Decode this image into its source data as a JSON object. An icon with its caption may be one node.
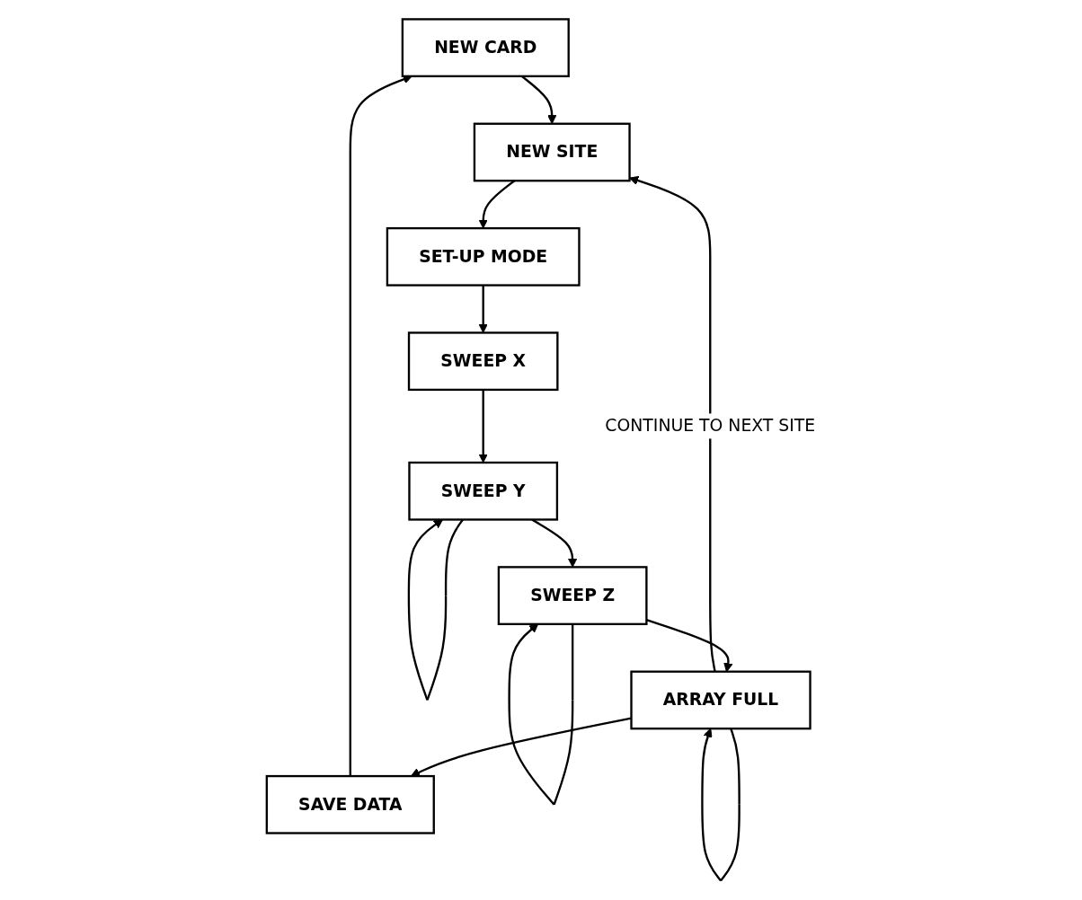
{
  "diagram": {
    "nodes": [
      {
        "text": [
          "NEW CARD"
        ]
      },
      {
        "text": [
          "NEW SITE"
        ]
      },
      {
        "text": [
          "SET-UP MODE"
        ]
      },
      {
        "text": [
          "SWEEP X"
        ]
      },
      {
        "text": [
          "SWEEP Y"
        ]
      },
      {
        "text": [
          "SWEEP Z"
        ]
      },
      {
        "text": [
          "ARRAY FULL"
        ]
      },
      {
        "text": [
          "SAVE DATA"
        ]
      }
    ],
    "edges": [
      {
        "from": 0,
        "to": 1,
        "arrow": "to"
      },
      {
        "from": 1,
        "to": 2,
        "arrow": "to"
      },
      {
        "from": 2,
        "to": 3,
        "arrow": "to"
      },
      {
        "from": 3,
        "to": 4,
        "arrow": "to"
      },
      {
        "from": 4,
        "to": 4,
        "arrow": "to"
      },
      {
        "from": 4,
        "to": 5,
        "arrow": "to"
      },
      {
        "from": 5,
        "to": 5,
        "arrow": "to"
      },
      {
        "from": 5,
        "to": 6,
        "arrow": "to"
      },
      {
        "from": 6,
        "to": 6,
        "arrow": "to"
      },
      {
        "from": 6,
        "to": 1,
        "arrow": "to",
        "label": "CONTINUE TO NEXT SITE"
      },
      {
        "from": 6,
        "to": 7,
        "arrow": "to"
      },
      {
        "from": 7,
        "to": 0,
        "arrow": "to"
      }
    ]
  }
}
